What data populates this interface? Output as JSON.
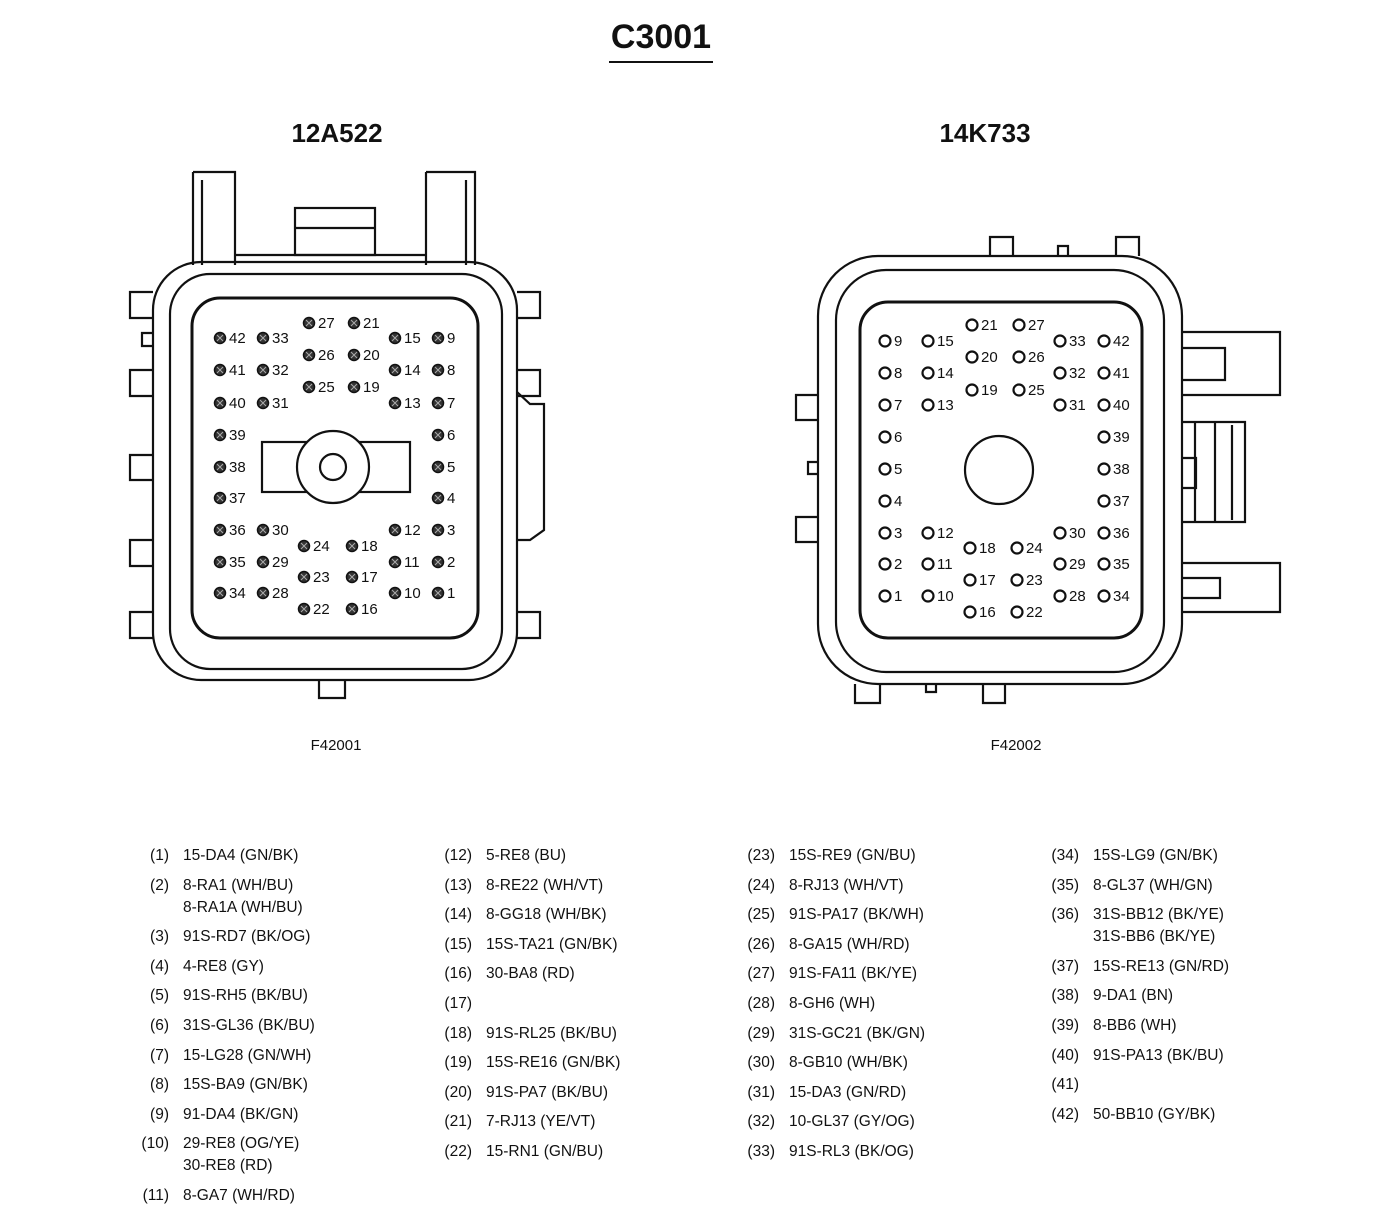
{
  "title": "C3001",
  "connectors": [
    {
      "id": "left",
      "name": "12A522",
      "figure": "F42001"
    },
    {
      "id": "right",
      "name": "14K733",
      "figure": "F42002"
    }
  ],
  "pin_labels": [
    "1",
    "2",
    "3",
    "4",
    "5",
    "6",
    "7",
    "8",
    "9",
    "10",
    "11",
    "12",
    "13",
    "14",
    "15",
    "16",
    "17",
    "18",
    "19",
    "20",
    "21",
    "22",
    "23",
    "24",
    "25",
    "26",
    "27",
    "28",
    "29",
    "30",
    "31",
    "32",
    "33",
    "34",
    "35",
    "36",
    "37",
    "38",
    "39",
    "40",
    "41",
    "42"
  ],
  "legend": [
    {
      "pin": "(1)",
      "circuits": [
        "15-DA4 (GN/BK)"
      ]
    },
    {
      "pin": "(2)",
      "circuits": [
        "8-RA1 (WH/BU)",
        "8-RA1A (WH/BU)"
      ]
    },
    {
      "pin": "(3)",
      "circuits": [
        "91S-RD7 (BK/OG)"
      ]
    },
    {
      "pin": "(4)",
      "circuits": [
        "4-RE8 (GY)"
      ]
    },
    {
      "pin": "(5)",
      "circuits": [
        "91S-RH5 (BK/BU)"
      ]
    },
    {
      "pin": "(6)",
      "circuits": [
        "31S-GL36 (BK/BU)"
      ]
    },
    {
      "pin": "(7)",
      "circuits": [
        "15-LG28 (GN/WH)"
      ]
    },
    {
      "pin": "(8)",
      "circuits": [
        "15S-BA9 (GN/BK)"
      ]
    },
    {
      "pin": "(9)",
      "circuits": [
        "91-DA4 (BK/GN)"
      ]
    },
    {
      "pin": "(10)",
      "circuits": [
        "29-RE8 (OG/YE)",
        "30-RE8 (RD)"
      ]
    },
    {
      "pin": "(11)",
      "circuits": [
        "8-GA7 (WH/RD)"
      ]
    },
    {
      "pin": "(12)",
      "circuits": [
        "5-RE8 (BU)"
      ]
    },
    {
      "pin": "(13)",
      "circuits": [
        "8-RE22 (WH/VT)"
      ]
    },
    {
      "pin": "(14)",
      "circuits": [
        "8-GG18 (WH/BK)"
      ]
    },
    {
      "pin": "(15)",
      "circuits": [
        "15S-TA21 (GN/BK)"
      ]
    },
    {
      "pin": "(16)",
      "circuits": [
        "30-BA8 (RD)"
      ]
    },
    {
      "pin": "(17)",
      "circuits": []
    },
    {
      "pin": "(18)",
      "circuits": [
        "91S-RL25 (BK/BU)"
      ]
    },
    {
      "pin": "(19)",
      "circuits": [
        "15S-RE16 (GN/BK)"
      ]
    },
    {
      "pin": "(20)",
      "circuits": [
        "91S-PA7 (BK/BU)"
      ]
    },
    {
      "pin": "(21)",
      "circuits": [
        "7-RJ13 (YE/VT)"
      ]
    },
    {
      "pin": "(22)",
      "circuits": [
        "15-RN1 (GN/BU)"
      ]
    },
    {
      "pin": "(23)",
      "circuits": [
        "15S-RE9 (GN/BU)"
      ]
    },
    {
      "pin": "(24)",
      "circuits": [
        "8-RJ13 (WH/VT)"
      ]
    },
    {
      "pin": "(25)",
      "circuits": [
        "91S-PA17 (BK/WH)"
      ]
    },
    {
      "pin": "(26)",
      "circuits": [
        "8-GA15 (WH/RD)"
      ]
    },
    {
      "pin": "(27)",
      "circuits": [
        "91S-FA11 (BK/YE)"
      ]
    },
    {
      "pin": "(28)",
      "circuits": [
        "8-GH6 (WH)"
      ]
    },
    {
      "pin": "(29)",
      "circuits": [
        "31S-GC21 (BK/GN)"
      ]
    },
    {
      "pin": "(30)",
      "circuits": [
        "8-GB10 (WH/BK)"
      ]
    },
    {
      "pin": "(31)",
      "circuits": [
        "15-DA3 (GN/RD)"
      ]
    },
    {
      "pin": "(32)",
      "circuits": [
        "10-GL37 (GY/OG)"
      ]
    },
    {
      "pin": "(33)",
      "circuits": [
        "91S-RL3 (BK/OG)"
      ]
    },
    {
      "pin": "(34)",
      "circuits": [
        "15S-LG9 (GN/BK)"
      ]
    },
    {
      "pin": "(35)",
      "circuits": [
        "8-GL37 (WH/GN)"
      ]
    },
    {
      "pin": "(36)",
      "circuits": [
        "31S-BB12 (BK/YE)",
        "31S-BB6 (BK/YE)"
      ]
    },
    {
      "pin": "(37)",
      "circuits": [
        "15S-RE13 (GN/RD)"
      ]
    },
    {
      "pin": "(38)",
      "circuits": [
        "9-DA1 (BN)"
      ]
    },
    {
      "pin": "(39)",
      "circuits": [
        "8-BB6 (WH)"
      ]
    },
    {
      "pin": "(40)",
      "circuits": [
        "91S-PA13 (BK/BU)"
      ]
    },
    {
      "pin": "(41)",
      "circuits": []
    },
    {
      "pin": "(42)",
      "circuits": [
        "50-BB10 (GY/BK)"
      ]
    }
  ]
}
